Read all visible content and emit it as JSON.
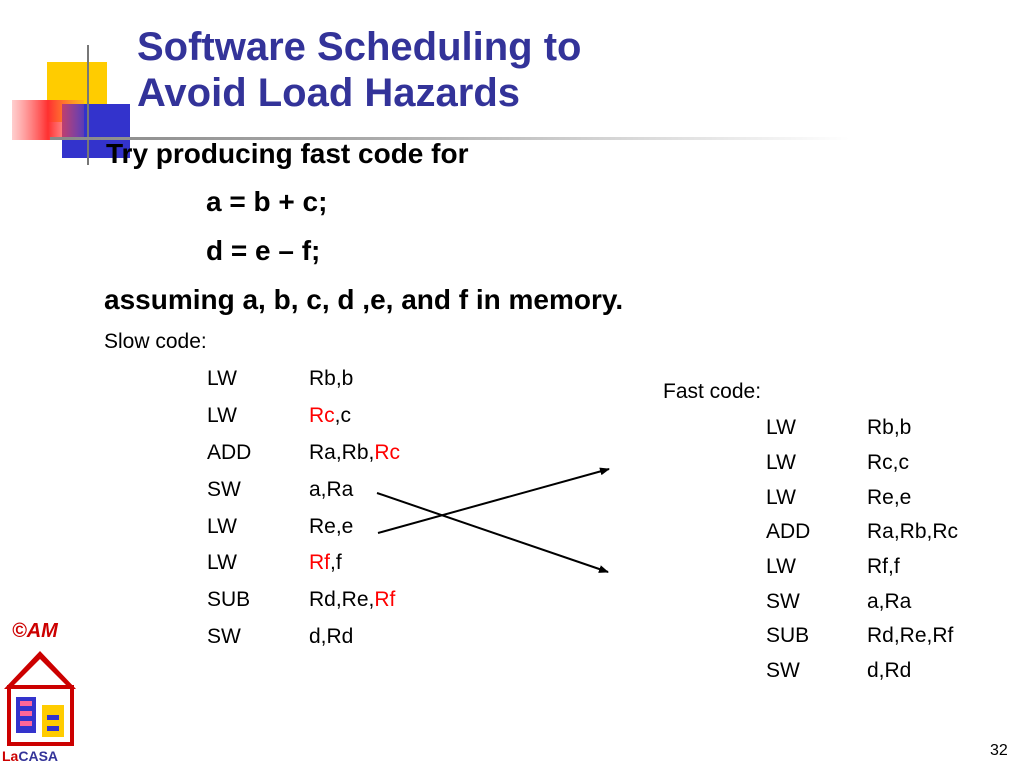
{
  "title": {
    "line1": "Software Scheduling to",
    "line2": "Avoid Load Hazards"
  },
  "intro": {
    "line1": "Try producing fast code for",
    "eq1": "a = b + c;",
    "eq2": "d = e – f;",
    "assumption": "assuming a, b, c, d ,e, and f in memory."
  },
  "slow": {
    "label": "Slow code:",
    "rows": [
      {
        "op": "LW",
        "pre": "",
        "red": "",
        "post": "Rb,b"
      },
      {
        "op": "LW",
        "pre": "",
        "red": "Rc",
        "post": ",c"
      },
      {
        "op": "ADD",
        "pre": "Ra,Rb,",
        "red": "Rc",
        "post": ""
      },
      {
        "op": "SW",
        "pre": "",
        "red": "",
        "post": "a,Ra"
      },
      {
        "op": "LW",
        "pre": "",
        "red": "",
        "post": "Re,e"
      },
      {
        "op": "LW",
        "pre": "",
        "red": "Rf",
        "post": ",f"
      },
      {
        "op": "SUB",
        "pre": "Rd,Re,",
        "red": "Rf",
        "post": ""
      },
      {
        "op": "SW",
        "pre": "",
        "red": "",
        "post": "d,Rd"
      }
    ]
  },
  "fast": {
    "label": "Fast code:",
    "rows": [
      {
        "op": "LW",
        "args": "Rb,b"
      },
      {
        "op": "LW",
        "args": "Rc,c"
      },
      {
        "op": "LW",
        "args": "Re,e"
      },
      {
        "op": "ADD",
        "args": "Ra,Rb,Rc"
      },
      {
        "op": "LW",
        "args": "Rf,f"
      },
      {
        "op": "SW",
        "args": "a,Ra"
      },
      {
        "op": "SUB",
        "args": "Rd,Re,Rf"
      },
      {
        "op": "SW",
        "args": "d,Rd"
      }
    ]
  },
  "footer": {
    "copyright": "©AM",
    "logo_text_a": "La",
    "logo_text_b": "CASA",
    "page_number": "32"
  },
  "colors": {
    "title": "#333399",
    "highlight": "#ff0000"
  }
}
